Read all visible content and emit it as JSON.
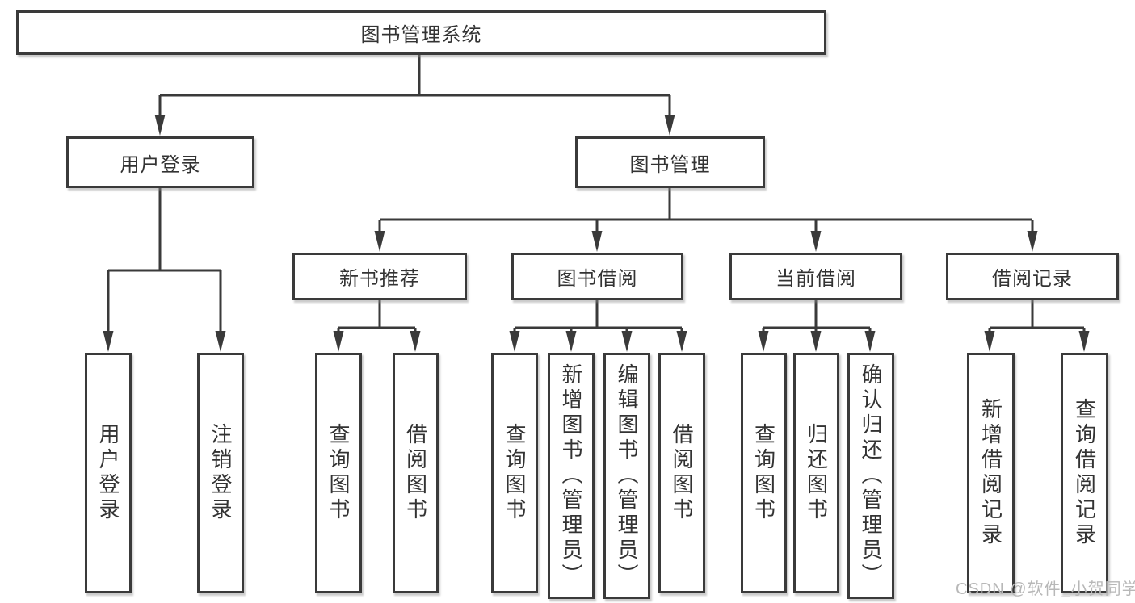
{
  "diagram": {
    "root": {
      "label": "图书管理系统"
    },
    "branches": [
      {
        "label": "用户登录",
        "children": [
          {
            "label": "用户登录"
          },
          {
            "label": "注销登录"
          }
        ]
      },
      {
        "label": "图书管理",
        "children": [
          {
            "label": "新书推荐",
            "children": [
              {
                "label": "查询图书"
              },
              {
                "label": "借阅图书"
              }
            ]
          },
          {
            "label": "图书借阅",
            "children": [
              {
                "label": "查询图书"
              },
              {
                "label": "新增图书（管理员）"
              },
              {
                "label": "编辑图书（管理员）"
              },
              {
                "label": "借阅图书"
              }
            ]
          },
          {
            "label": "当前借阅",
            "children": [
              {
                "label": "查询图书"
              },
              {
                "label": "归还图书"
              },
              {
                "label": "确认归还（管理员）"
              }
            ]
          },
          {
            "label": "借阅记录",
            "children": [
              {
                "label": "新增借阅记录"
              },
              {
                "label": "查询借阅记录"
              }
            ]
          }
        ]
      }
    ]
  },
  "watermark": {
    "text": "CSDN @软件_小贺同学",
    "color": "#b8b8b8"
  },
  "colors": {
    "line": "#3a3a3a",
    "text": "#333333",
    "background": "#ffffff"
  }
}
